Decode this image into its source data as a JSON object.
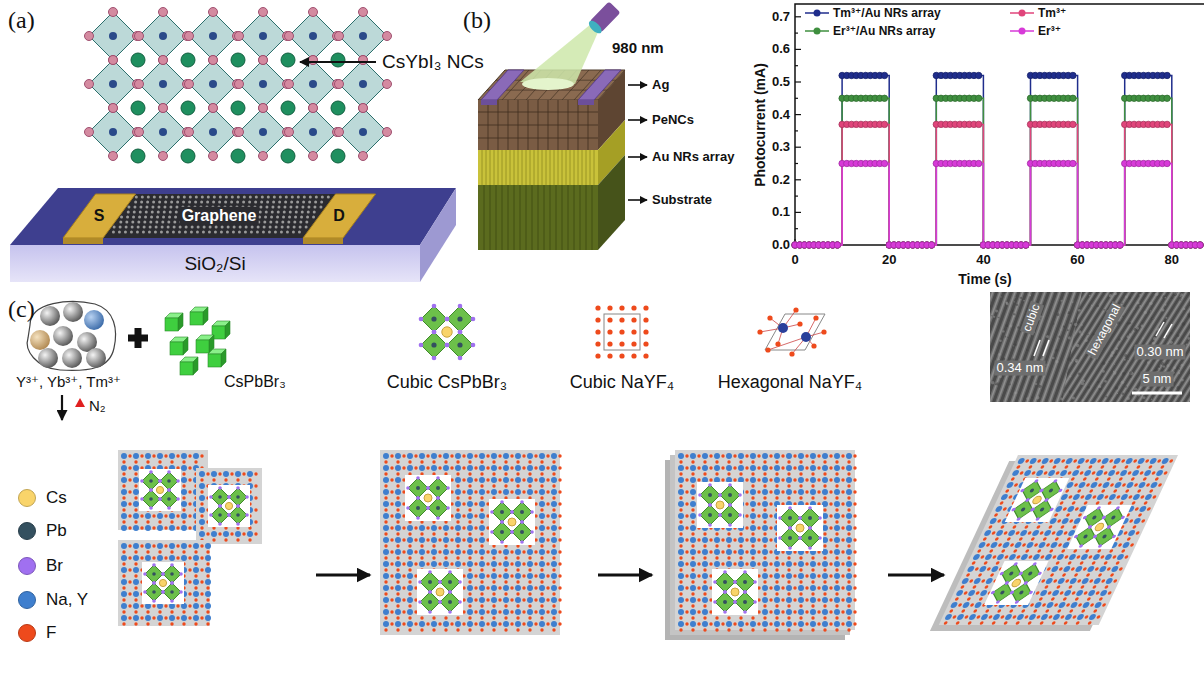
{
  "diagram": {
    "labels": [
      "(a)",
      "CsYbI₃ NCs",
      "S",
      "Graphene",
      "D",
      "SiO₂/Si",
      "(b)",
      "980 nm",
      "Ag",
      "PeNCs",
      "Au NRs array",
      "Substrate",
      "Photocurrent (mA)",
      "0.7",
      "0.6",
      "0.5",
      "0.4",
      "0.3",
      "0.2",
      "0.1",
      "0.0",
      "0",
      "20",
      "40",
      "60",
      "80",
      "Time (s)",
      "(c)",
      "Y³⁺, Yb³⁺, Tm³⁺",
      "N₂",
      "CsPbBr₃",
      "Cubic CsPbBr₃",
      "Cubic NaYF₄",
      "Hexagonal NaYF₄",
      "cubic",
      "hexagonal",
      "0.34 nm",
      "0.30 nm",
      "5 nm"
    ],
    "legend": [
      {
        "text": "Tm³⁺/Au NRs array",
        "color": "#1f2d8c"
      },
      {
        "text": "Tm³⁺",
        "color": "#e0457b"
      },
      {
        "text": "Er³⁺/Au NRs array",
        "color": "#3f8f3f"
      },
      {
        "text": "Er³⁺",
        "color": "#d73ad8"
      },
      {
        "text": "Cs",
        "color": "#f9d46a"
      },
      {
        "text": "Pb",
        "color": "#34505f"
      },
      {
        "text": "Br",
        "color": "#a070f0"
      },
      {
        "text": "Na, Y",
        "color": "#3f7fce"
      },
      {
        "text": "F",
        "color": "#ee4a1c"
      }
    ]
  }
}
